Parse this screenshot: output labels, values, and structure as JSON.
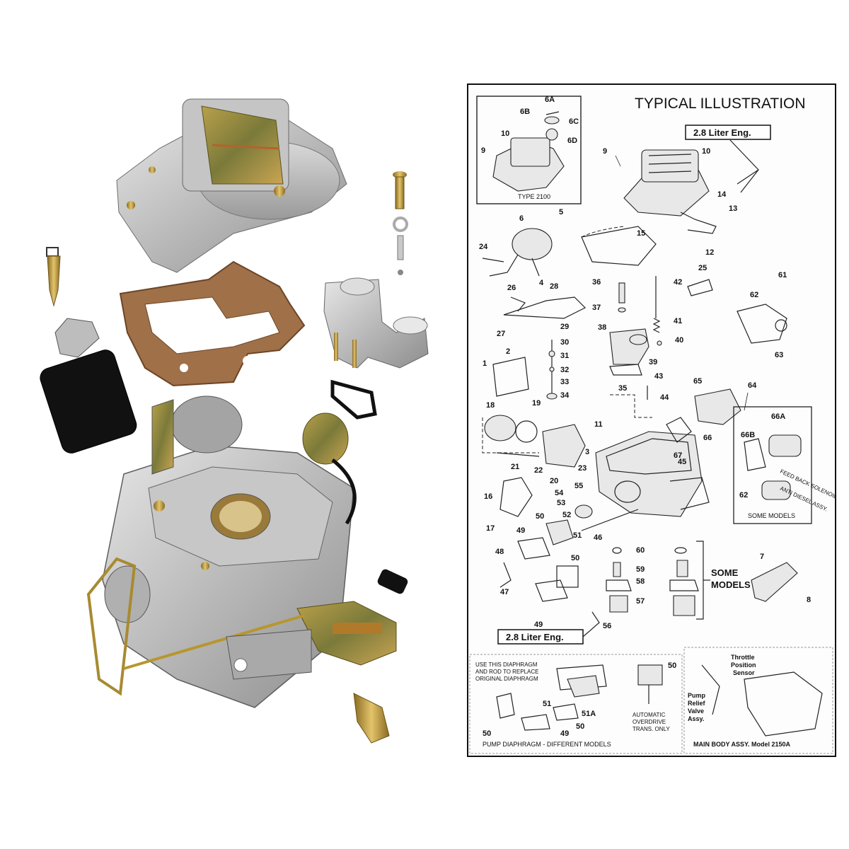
{
  "diagram": {
    "title": "TYPICAL ILLUSTRATION",
    "type_box_label": "TYPE 2100",
    "engine_label": "2.8 Liter Eng.",
    "engine_label_bottom": "2.8 Liter Eng.",
    "some_models": "SOME MODELS",
    "some_models_line1": "SOME",
    "some_models_line2": "MODELS",
    "feedback_solenoid": "FEED BACK SOLENOID",
    "anti_dieseling": "ANTI DIESEL ASSY.",
    "diaphragm_note_1": "USE THIS DIAPHRAGM",
    "diaphragm_note_2": "AND ROD TO REPLACE",
    "diaphragm_note_3": "ORIGINAL DIAPHRAGM",
    "automatic_1": "AUTOMATIC",
    "automatic_2": "OVERDRIVE",
    "automatic_3": "TRANS. ONLY",
    "pump_caption": "PUMP DIAPHRAGM - DIFFERENT MODELS",
    "throttle_1": "Throttle",
    "throttle_2": "Position",
    "throttle_3": "Sensor",
    "pump_relief_1": "Pump",
    "pump_relief_2": "Relief",
    "pump_relief_3": "Valve",
    "pump_relief_4": "Assy.",
    "main_body": "MAIN BODY ASSY.  Model 2150A",
    "callouts": {
      "c6A": "6A",
      "c6B": "6B",
      "c6C": "6C",
      "c6D": "6D",
      "c1": "1",
      "c2": "2",
      "c3": "3",
      "c4": "4",
      "c5": "5",
      "c6": "6",
      "c7": "7",
      "c8": "8",
      "c9": "9",
      "c10": "10",
      "c11": "11",
      "c12": "12",
      "c13": "13",
      "c14": "14",
      "c15": "15",
      "c16": "16",
      "c17": "17",
      "c18": "18",
      "c19": "19",
      "c20": "20",
      "c21": "21",
      "c22": "22",
      "c23": "23",
      "c24": "24",
      "c25": "25",
      "c26": "26",
      "c27": "27",
      "c28": "28",
      "c29": "29",
      "c30": "30",
      "c31": "31",
      "c32": "32",
      "c33": "33",
      "c34": "34",
      "c35": "35",
      "c36": "36",
      "c37": "37",
      "c38": "38",
      "c39": "39",
      "c40": "40",
      "c41": "41",
      "c42": "42",
      "c43": "43",
      "c44": "44",
      "c45": "45",
      "c46": "46",
      "c47": "47",
      "c48": "48",
      "c49": "49",
      "c50": "50",
      "c51": "51",
      "c51A": "51A",
      "c52": "52",
      "c53": "53",
      "c54": "54",
      "c55": "55",
      "c56": "56",
      "c57": "57",
      "c58": "58",
      "c59": "59",
      "c60": "60",
      "c61": "61",
      "c62": "62",
      "c63": "63",
      "c64": "64",
      "c65": "65",
      "c66": "66",
      "c66A": "66A",
      "c66B": "66B",
      "c67": "67"
    }
  }
}
